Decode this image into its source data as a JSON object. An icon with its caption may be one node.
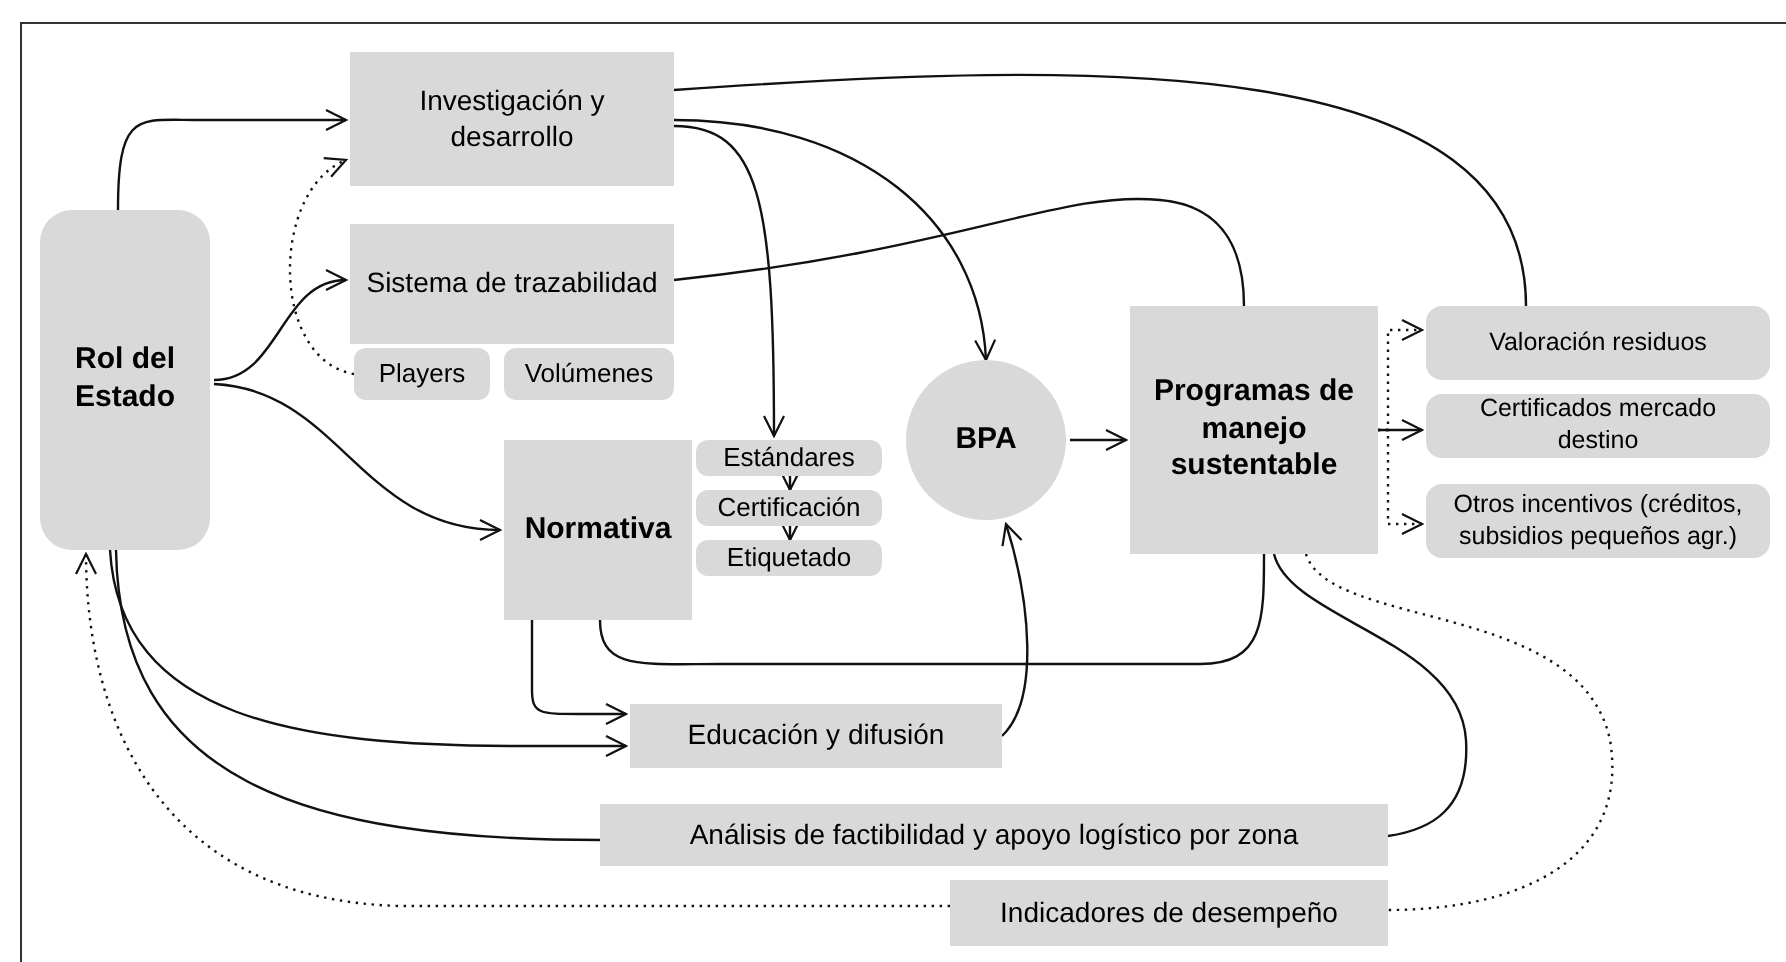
{
  "diagram": {
    "nodes": [
      {
        "text": [
          "Rol del Estado"
        ]
      },
      {
        "text": [
          "Investigación y desarrollo"
        ]
      },
      {
        "text": [
          "Sistema de trazabilidad"
        ]
      },
      {
        "text": [
          "Players"
        ]
      },
      {
        "text": [
          "Volúmenes"
        ]
      },
      {
        "text": [
          "Normativa"
        ]
      },
      {
        "text": [
          "Estándares"
        ]
      },
      {
        "text": [
          "Certificación"
        ]
      },
      {
        "text": [
          "Etiquetado"
        ]
      },
      {
        "text": [
          "BPA"
        ]
      },
      {
        "text": [
          "Programas de manejo sustentable"
        ]
      },
      {
        "text": [
          "Valoración residuos"
        ]
      },
      {
        "text": [
          "Certificados mercado destino"
        ]
      },
      {
        "text": [
          "Otros incentivos (créditos, subsidios pequeños agr.)"
        ]
      },
      {
        "text": [
          "Educación y difusión"
        ]
      },
      {
        "text": [
          "Análisis de factibilidad y apoyo logístico por zona"
        ]
      },
      {
        "text": [
          "Indicadores de desempeño"
        ]
      }
    ],
    "edges": [
      {
        "from": 0,
        "to": 1,
        "arrow": "to"
      },
      {
        "from": 3,
        "to": 1,
        "arrow": "to",
        "style": "dashed"
      },
      {
        "from": 0,
        "to": 2,
        "arrow": "to"
      },
      {
        "from": 0,
        "to": 5,
        "arrow": "to"
      },
      {
        "from": 1,
        "to": 11,
        "arrow": "none"
      },
      {
        "from": 1,
        "to": 9,
        "arrow": "to"
      },
      {
        "from": 1,
        "to": 6,
        "arrow": "to"
      },
      {
        "from": 2,
        "to": 10,
        "arrow": "none"
      },
      {
        "from": 6,
        "to": 7,
        "arrow": "to"
      },
      {
        "from": 7,
        "to": 8,
        "arrow": "to"
      },
      {
        "from": 9,
        "to": 10,
        "arrow": "to"
      },
      {
        "from": 10,
        "to": 11,
        "arrow": "to",
        "style": "dashed"
      },
      {
        "from": 10,
        "to": 12,
        "arrow": "to"
      },
      {
        "from": 10,
        "to": 13,
        "arrow": "to",
        "style": "dashed"
      },
      {
        "from": 5,
        "to": 10,
        "arrow": "none"
      },
      {
        "from": 5,
        "to": 14,
        "arrow": "to"
      },
      {
        "from": 0,
        "to": 14,
        "arrow": "to"
      },
      {
        "from": 14,
        "to": 9,
        "arrow": "to"
      },
      {
        "from": 15,
        "to": 0,
        "arrow": "none"
      },
      {
        "from": 10,
        "to": 15,
        "arrow": "none"
      },
      {
        "from": 16,
        "to": 0,
        "arrow": "to",
        "style": "dashed"
      },
      {
        "from": 10,
        "to": 16,
        "arrow": "none",
        "style": "dashed"
      }
    ]
  }
}
